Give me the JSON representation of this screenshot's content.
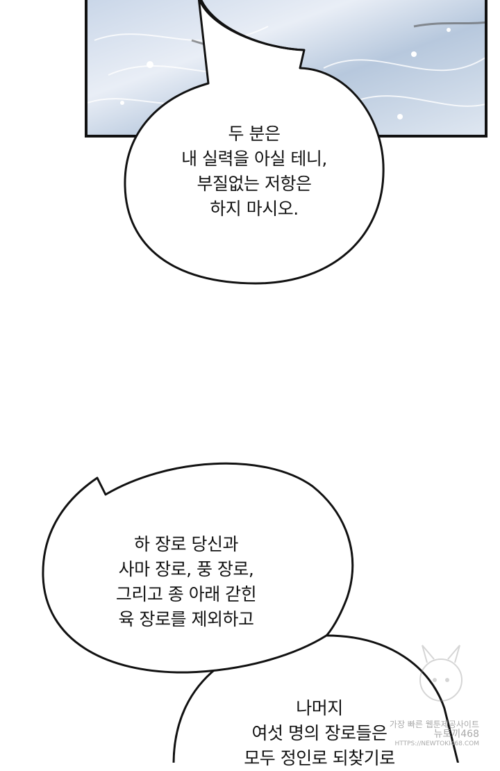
{
  "colors": {
    "outline": "#111111",
    "bubble_fill": "#ffffff",
    "sky": "#c9d6e8"
  },
  "bubble1": {
    "lines": [
      "두 분은",
      "내 실력을 아실 테니,",
      "부질없는 저항은",
      "하지 마시오."
    ]
  },
  "bubble2": {
    "lines": [
      "하 장로 당신과",
      "사마 장로, 풍 장로,",
      "그리고 종 아래 갇힌",
      "육 장로를 제외하고"
    ]
  },
  "bubble3": {
    "lines": [
      "나머지",
      "여섯 명의 장로들은",
      "모두 정인로 되찾기로"
    ]
  },
  "watermark": {
    "line1": "가장 빠른 웹툰제공사이트",
    "line2": "뉴토끼468",
    "line3": "HTTPS://NEWTOKI468.COM"
  }
}
